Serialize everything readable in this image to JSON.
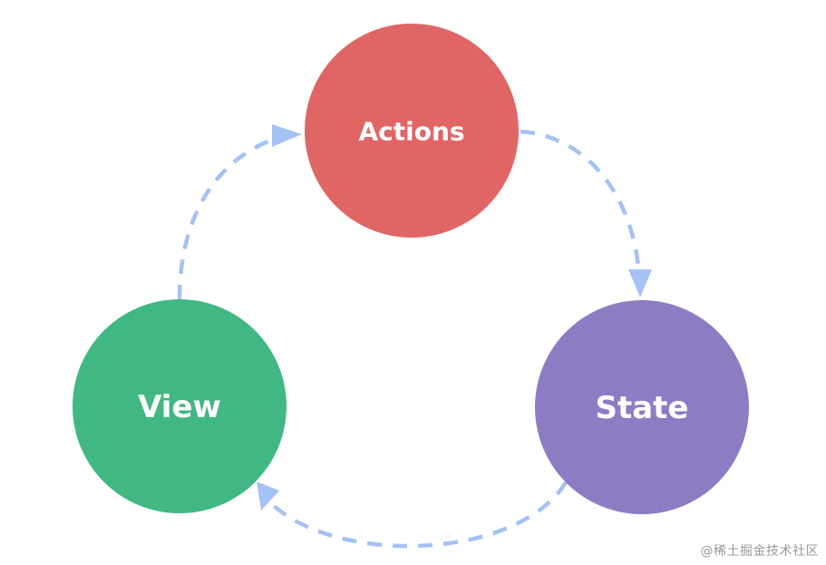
{
  "diagram": {
    "nodes": {
      "actions": {
        "label": "Actions",
        "color": "#e06666"
      },
      "state": {
        "label": "State",
        "color": "#8e7cc3"
      },
      "view": {
        "label": "View",
        "color": "#41b883"
      }
    },
    "edges": [
      {
        "from": "actions",
        "to": "state"
      },
      {
        "from": "state",
        "to": "view"
      },
      {
        "from": "view",
        "to": "actions"
      }
    ],
    "edge_color": "#a4c2f4",
    "edge_style": "dashed"
  },
  "watermark": "@稀土掘金技术社区"
}
